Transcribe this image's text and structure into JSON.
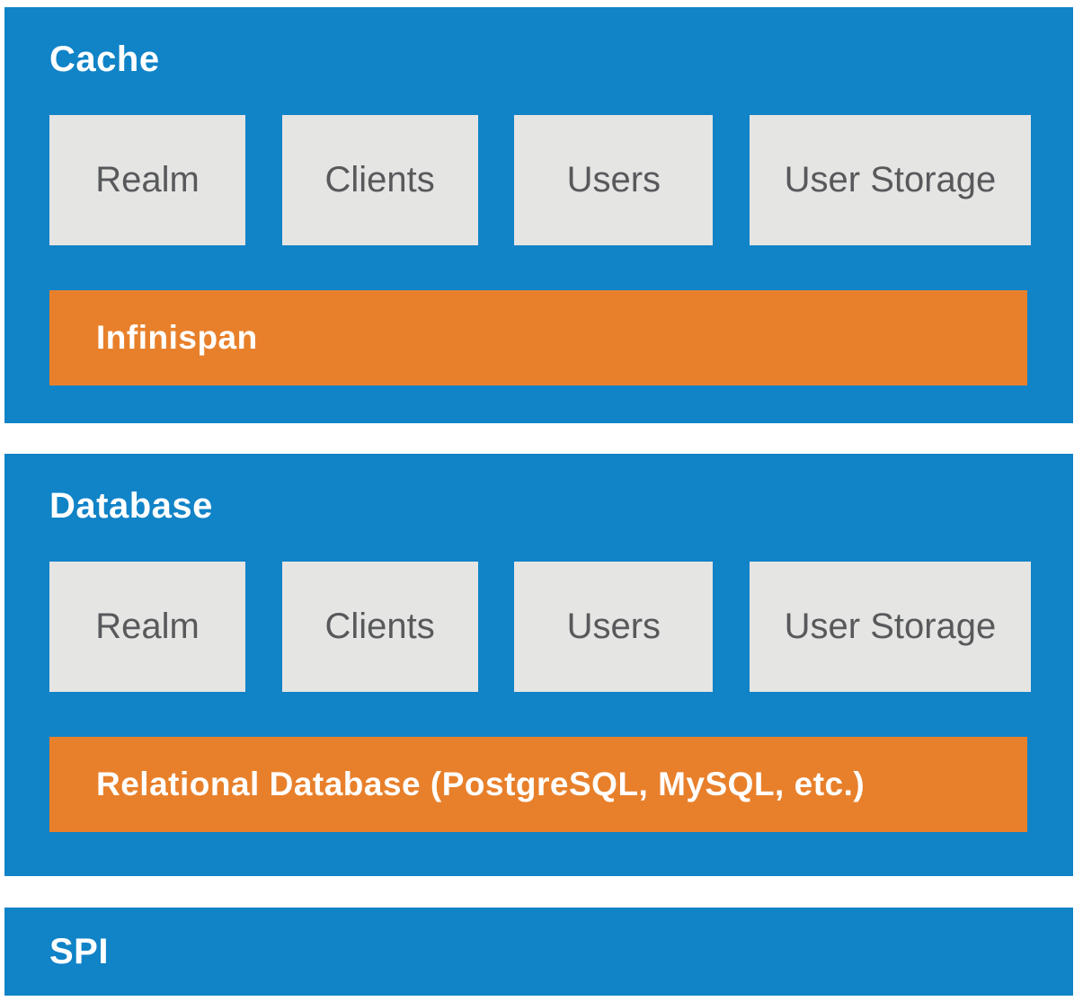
{
  "colors": {
    "panel_blue": "#1183c7",
    "bar_orange": "#e8802b",
    "box_gray": "#e5e5e4",
    "box_text_gray": "#58595b",
    "title_white": "#ffffff",
    "page_background": "#ffffff"
  },
  "diagram": {
    "sections": [
      {
        "id": "cache",
        "title": "Cache",
        "boxes": [
          {
            "label": "Realm"
          },
          {
            "label": "Clients"
          },
          {
            "label": "Users"
          },
          {
            "label": "User Storage"
          }
        ],
        "bar": {
          "label": "Infinispan"
        }
      },
      {
        "id": "database",
        "title": "Database",
        "boxes": [
          {
            "label": "Realm"
          },
          {
            "label": "Clients"
          },
          {
            "label": "Users"
          },
          {
            "label": "User Storage"
          }
        ],
        "bar": {
          "label": "Relational Database (PostgreSQL, MySQL, etc.)"
        }
      },
      {
        "id": "spi",
        "title": "SPI"
      }
    ]
  }
}
